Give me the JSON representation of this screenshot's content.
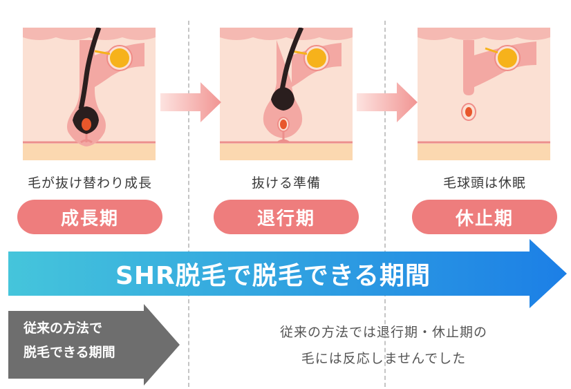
{
  "stages": [
    {
      "description": "毛が抜け替わり成長",
      "label": "成長期",
      "diagram": "anagen-hair-follicle"
    },
    {
      "description": "抜ける準備",
      "label": "退行期",
      "diagram": "catagen-hair-follicle"
    },
    {
      "description": "毛球頭は休眠",
      "label": "休止期",
      "diagram": "telogen-hair-follicle"
    }
  ],
  "shr_arrow": {
    "label": "SHR脱毛で脱毛できる期間"
  },
  "conventional_arrow": {
    "lines": [
      "従来の方法で",
      "脱毛できる期間"
    ]
  },
  "note": {
    "lines": [
      "従来の方法では退行期・休止期の",
      "毛には反応しませんでした"
    ]
  },
  "colors": {
    "pill": "#ee7d7d",
    "skin": "#fbe1d4",
    "follicle": "#f2a6a1",
    "gland": "#f6b21b",
    "hair": "#2a1e1e",
    "shr_gradient_start": "#42c3d9",
    "shr_gradient_end": "#1d80e6",
    "conventional_arrow": "#6e6e6e"
  }
}
